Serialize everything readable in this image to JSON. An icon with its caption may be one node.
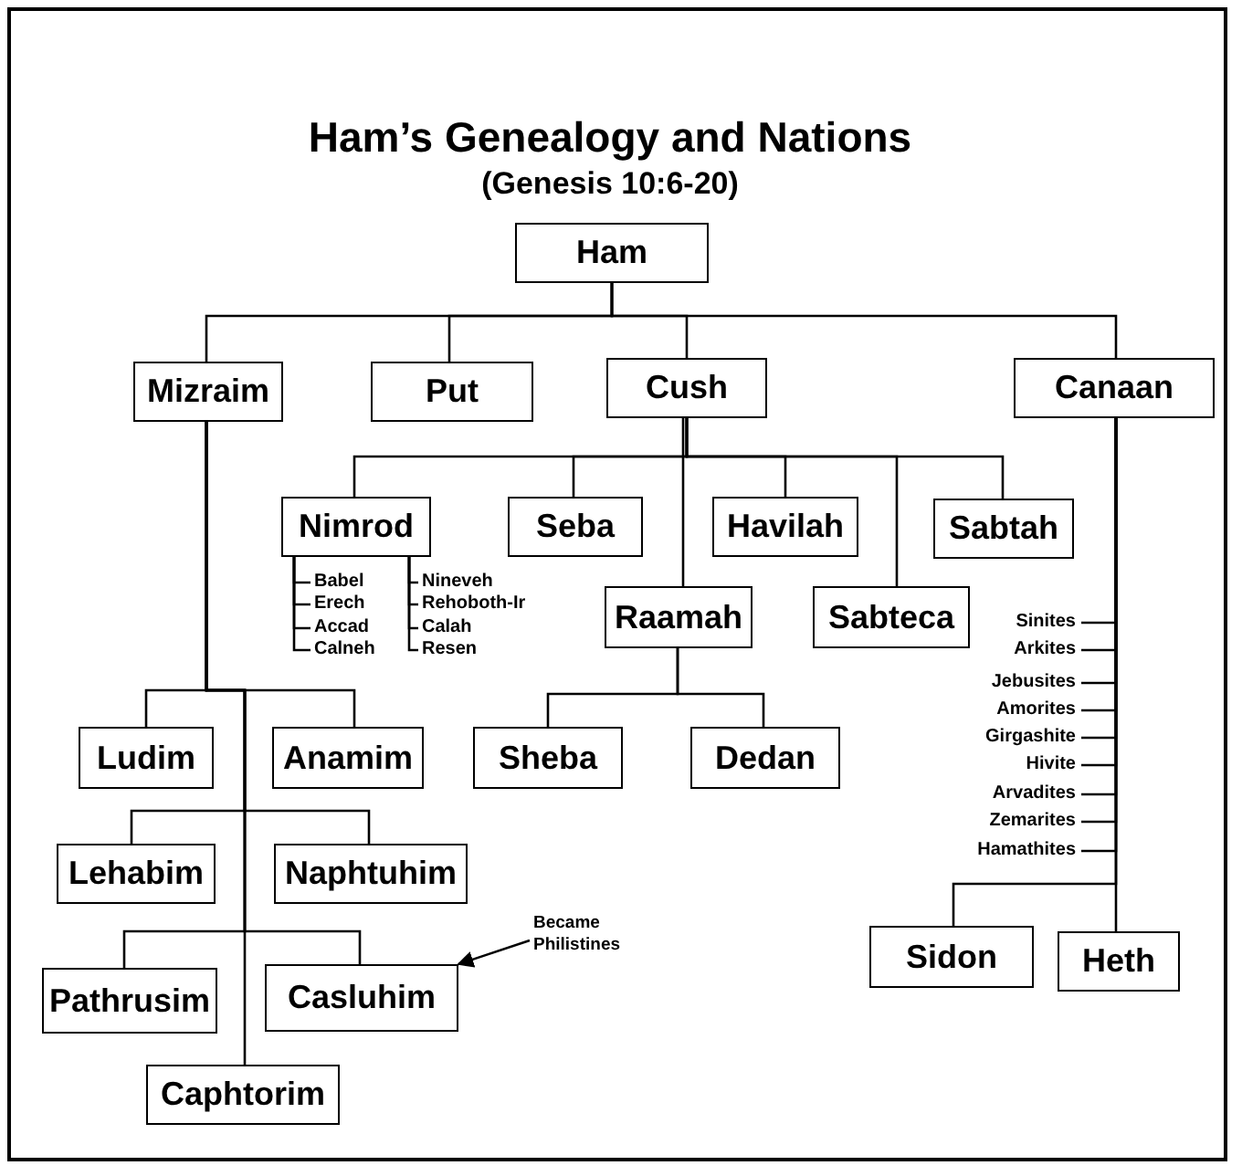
{
  "diagram": {
    "title": "Ham’s Genealogy and Nations",
    "caption": "(Genesis 10:6-20)",
    "nodes": [
      {
        "text": [
          "Ham"
        ]
      },
      {
        "text": [
          "Mizraim"
        ]
      },
      {
        "text": [
          "Put"
        ]
      },
      {
        "text": [
          "Cush"
        ]
      },
      {
        "text": [
          "Canaan"
        ]
      },
      {
        "text": [
          "Nimrod"
        ]
      },
      {
        "text": [
          "Seba"
        ]
      },
      {
        "text": [
          "Havilah"
        ]
      },
      {
        "text": [
          "Sabtah"
        ]
      },
      {
        "text": [
          "Babel"
        ]
      },
      {
        "text": [
          "Erech"
        ]
      },
      {
        "text": [
          "Accad"
        ]
      },
      {
        "text": [
          "Calneh"
        ]
      },
      {
        "text": [
          "Nineveh"
        ]
      },
      {
        "text": [
          "Rehoboth-Ir"
        ]
      },
      {
        "text": [
          "Calah"
        ]
      },
      {
        "text": [
          "Resen"
        ]
      },
      {
        "text": [
          "Raamah"
        ]
      },
      {
        "text": [
          "Sabteca"
        ]
      },
      {
        "text": [
          "Sinites"
        ]
      },
      {
        "text": [
          "Arkites"
        ]
      },
      {
        "text": [
          "Jebusites"
        ]
      },
      {
        "text": [
          "Amorites"
        ]
      },
      {
        "text": [
          "Girgashite"
        ]
      },
      {
        "text": [
          "Hivite"
        ]
      },
      {
        "text": [
          "Arvadites"
        ]
      },
      {
        "text": [
          "Zemarites"
        ]
      },
      {
        "text": [
          "Hamathites"
        ]
      },
      {
        "text": [
          "Ludim"
        ]
      },
      {
        "text": [
          "Anamim"
        ]
      },
      {
        "text": [
          "Sheba"
        ]
      },
      {
        "text": [
          "Dedan"
        ]
      },
      {
        "text": [
          "Lehabim"
        ]
      },
      {
        "text": [
          "Naphtuhim"
        ]
      },
      {
        "text": [
          "Became Philistines"
        ]
      },
      {
        "text": [
          "Pathrusim"
        ]
      },
      {
        "text": [
          "Casluhim"
        ]
      },
      {
        "text": [
          "Caphtorim"
        ]
      },
      {
        "text": [
          "Sidon"
        ]
      },
      {
        "text": [
          "Heth"
        ]
      }
    ],
    "edges": [
      {
        "from": 0,
        "to": 1,
        "arrow": "none"
      },
      {
        "from": 0,
        "to": 2,
        "arrow": "none"
      },
      {
        "from": 0,
        "to": 3,
        "arrow": "none"
      },
      {
        "from": 0,
        "to": 4,
        "arrow": "none"
      },
      {
        "from": 3,
        "to": 5,
        "arrow": "none"
      },
      {
        "from": 3,
        "to": 6,
        "arrow": "none"
      },
      {
        "from": 3,
        "to": 7,
        "arrow": "none"
      },
      {
        "from": 3,
        "to": 8,
        "arrow": "none"
      },
      {
        "from": 3,
        "to": 17,
        "arrow": "none"
      },
      {
        "from": 3,
        "to": 18,
        "arrow": "none"
      },
      {
        "from": 5,
        "to": 9,
        "arrow": "none"
      },
      {
        "from": 5,
        "to": 10,
        "arrow": "none"
      },
      {
        "from": 5,
        "to": 11,
        "arrow": "none"
      },
      {
        "from": 5,
        "to": 12,
        "arrow": "none"
      },
      {
        "from": 5,
        "to": 13,
        "arrow": "none"
      },
      {
        "from": 5,
        "to": 14,
        "arrow": "none"
      },
      {
        "from": 5,
        "to": 15,
        "arrow": "none"
      },
      {
        "from": 5,
        "to": 16,
        "arrow": "none"
      },
      {
        "from": 17,
        "to": 30,
        "arrow": "none"
      },
      {
        "from": 17,
        "to": 31,
        "arrow": "none"
      },
      {
        "from": 1,
        "to": 28,
        "arrow": "none"
      },
      {
        "from": 1,
        "to": 29,
        "arrow": "none"
      },
      {
        "from": 1,
        "to": 32,
        "arrow": "none"
      },
      {
        "from": 1,
        "to": 33,
        "arrow": "none"
      },
      {
        "from": 1,
        "to": 35,
        "arrow": "none"
      },
      {
        "from": 1,
        "to": 36,
        "arrow": "none"
      },
      {
        "from": 1,
        "to": 37,
        "arrow": "none"
      },
      {
        "from": 34,
        "to": 36,
        "arrow": "to"
      },
      {
        "from": 4,
        "to": 19,
        "arrow": "none"
      },
      {
        "from": 4,
        "to": 20,
        "arrow": "none"
      },
      {
        "from": 4,
        "to": 21,
        "arrow": "none"
      },
      {
        "from": 4,
        "to": 22,
        "arrow": "none"
      },
      {
        "from": 4,
        "to": 23,
        "arrow": "none"
      },
      {
        "from": 4,
        "to": 24,
        "arrow": "none"
      },
      {
        "from": 4,
        "to": 25,
        "arrow": "none"
      },
      {
        "from": 4,
        "to": 26,
        "arrow": "none"
      },
      {
        "from": 4,
        "to": 27,
        "arrow": "none"
      },
      {
        "from": 4,
        "to": 38,
        "arrow": "none"
      },
      {
        "from": 4,
        "to": 39,
        "arrow": "none"
      }
    ]
  }
}
